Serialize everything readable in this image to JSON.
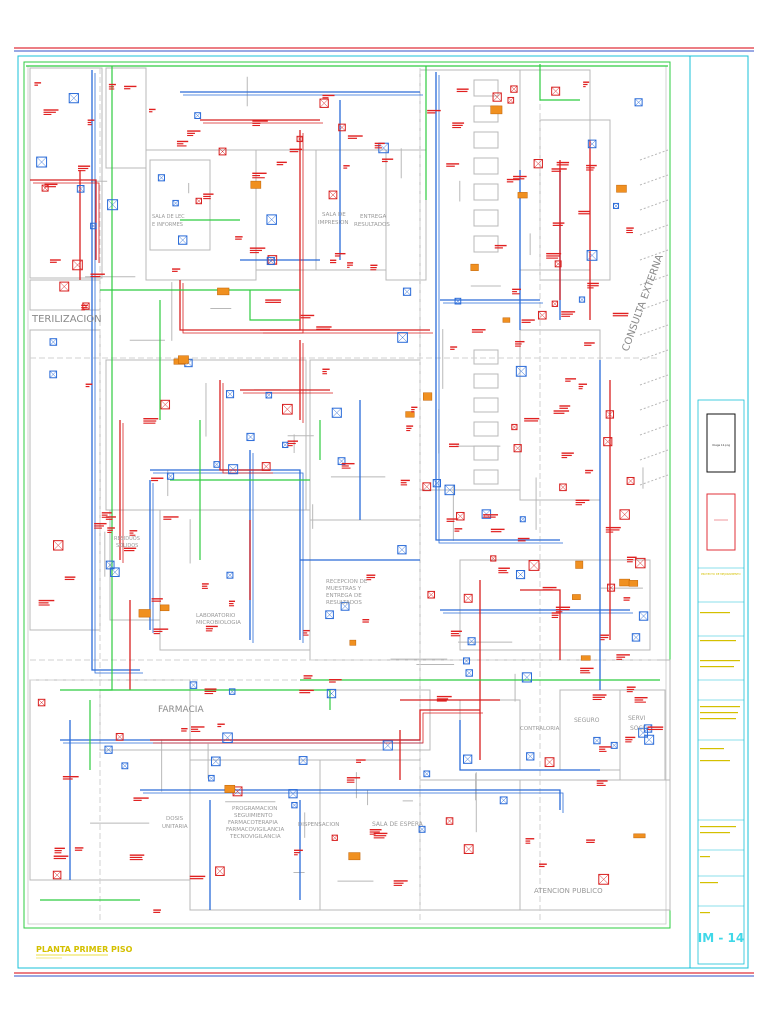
{
  "colors": {
    "border_red": "#e0303a",
    "border_blue": "#3050c8",
    "frame_cyan": "#18c0d8",
    "wall_gray": "#b8b8b8",
    "duct_blue": "#2a6bd8",
    "duct_red": "#d82020",
    "pipe_green": "#2ecc40",
    "title_yellow": "#e8d400",
    "sheet_cyan": "#40d8e8"
  },
  "plan": {
    "title": "PLANTA PRIMER PISO",
    "rooms": [
      {
        "id": "esterilizacion",
        "text": "TERILIZACION"
      },
      {
        "id": "farmacia",
        "text": "FARMACIA"
      },
      {
        "id": "consulta-externa",
        "text": "CONSULTA EXTERNA"
      },
      {
        "id": "atencion-publico",
        "text": "ATENCION PUBLICO"
      },
      {
        "id": "recepcion-muestras",
        "text": "RECEPCION DE MUESTRAS Y ENTREGA DE RESULTADOS"
      },
      {
        "id": "laboratorio-micro",
        "text": "LABORATORIO MICROBIOLOGIA"
      },
      {
        "id": "sala-espera",
        "text": "SALA DE ESPERA"
      },
      {
        "id": "sala-impresion",
        "text": "SALA DE IMPRESION"
      },
      {
        "id": "entrega-resultados",
        "text": "ENTREGA RESULTADOS"
      },
      {
        "id": "programacion",
        "text": "PROGRAMACION SEGUIMIENTO FARMACOTERAPIA FARMACOVIGILANCIA TECNOVIGILANCIA"
      },
      {
        "id": "dosis-unitaria",
        "text": "DOSIS UNITARIA"
      },
      {
        "id": "dispensacion",
        "text": "DISPENSACION"
      },
      {
        "id": "seguro",
        "text": "SEGURO"
      },
      {
        "id": "servicio-social",
        "text": "SERVICIO SOCIAL"
      },
      {
        "id": "contraloria",
        "text": "CONTRALORIA"
      },
      {
        "id": "residuos-solidos",
        "text": "RESIDUOS SOLIDOS"
      },
      {
        "id": "sala-lectura",
        "text": "SALA DE LECTURA E INFORMES"
      }
    ]
  },
  "title_block": {
    "logo_text": "Image 12.png",
    "project": "PROYECTO DE MEJORAMIENTO",
    "sheet_code": "IM - 14"
  }
}
